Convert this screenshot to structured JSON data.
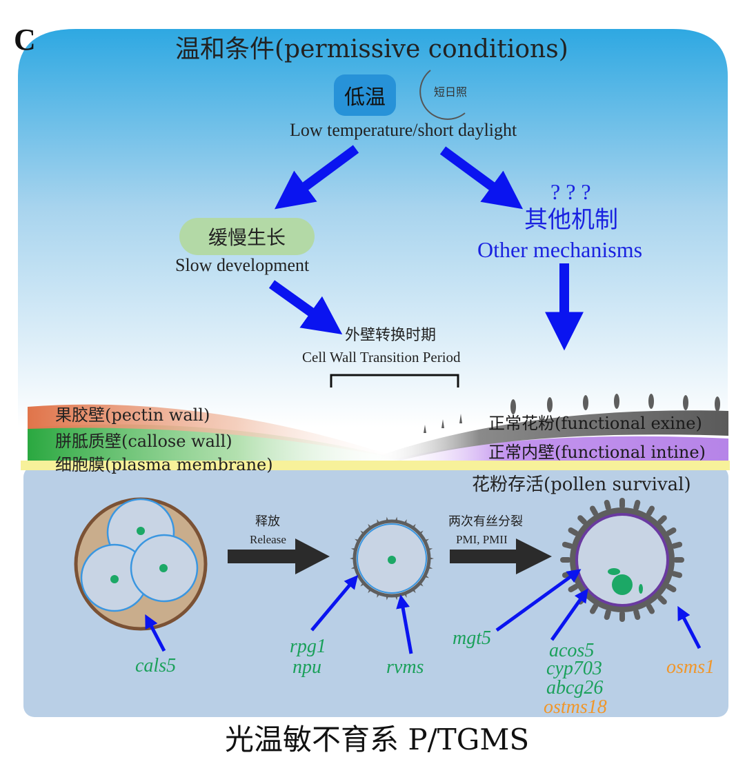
{
  "panel_letter": "C",
  "title": "温和条件(permissive conditions)",
  "low_temp_badge": "低温",
  "short_day_label": "短日照",
  "condition_caption": "Low temperature/short daylight",
  "slow_dev_cn": "缓慢生长",
  "slow_dev_en": "Slow development",
  "question_marks": "? ? ?",
  "other_cn": "其他机制",
  "other_en": "Other mechanisms",
  "transition_cn": "外壁转换时期",
  "transition_en": "Cell Wall Transition Period",
  "layers": {
    "pectin": "果胶壁(pectin wall)",
    "callose": "胼胝质壁(callose wall)",
    "membrane": "细胞膜(plasma membrane)",
    "exine": "正常花粉(functional exine)",
    "intine": "正常内壁(functional intine)"
  },
  "pollen_survival": "花粉存活(pollen survival)",
  "release_cn": "释放",
  "release_en": "Release",
  "mitosis_cn": "两次有丝分裂",
  "mitosis_en": "PMI, PMII",
  "genes": {
    "cals5": "cals5",
    "rpg1": "rpg1",
    "npu": "npu",
    "rvms": "rvms",
    "mgt5": "mgt5",
    "acos5": "acos5",
    "cyp703": "cyp703",
    "abcg26": "abcg26",
    "ostms18": "ostms18",
    "osms1": "osms1"
  },
  "footer": "光温敏不育系 P/TGMS",
  "colors": {
    "arrow_blue": "#0a14f0",
    "gene_green": "#1aa05a",
    "gene_orange": "#f0962a",
    "sky_top": "#2fa9e2",
    "panel_blue": "#b9cfe6"
  }
}
